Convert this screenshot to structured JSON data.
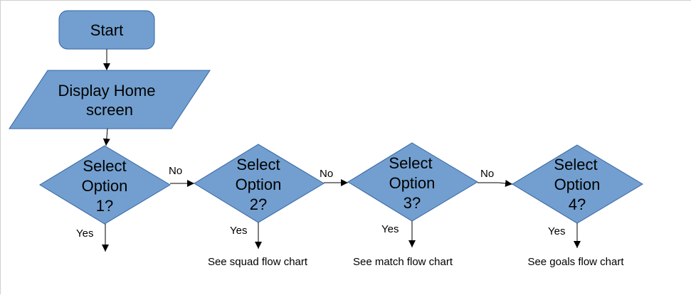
{
  "start": {
    "label": "Start"
  },
  "display": {
    "line1": "Display Home",
    "line2": "screen"
  },
  "decisions": [
    {
      "line1": "Select",
      "line2": "Option",
      "line3": "1?"
    },
    {
      "line1": "Select",
      "line2": "Option",
      "line3": "2?"
    },
    {
      "line1": "Select",
      "line2": "Option",
      "line3": "3?"
    },
    {
      "line1": "Select",
      "line2": "Option",
      "line3": "4?"
    }
  ],
  "edge_labels": {
    "no": [
      "No",
      "No",
      "No"
    ],
    "yes": [
      "Yes",
      "Yes",
      "Yes",
      "Yes"
    ]
  },
  "outcomes": [
    "See squad flow chart",
    "See match flow chart",
    "See goals flow chart"
  ],
  "colors": {
    "shape_fill": "#729fcf",
    "shape_stroke": "#3465a4"
  }
}
